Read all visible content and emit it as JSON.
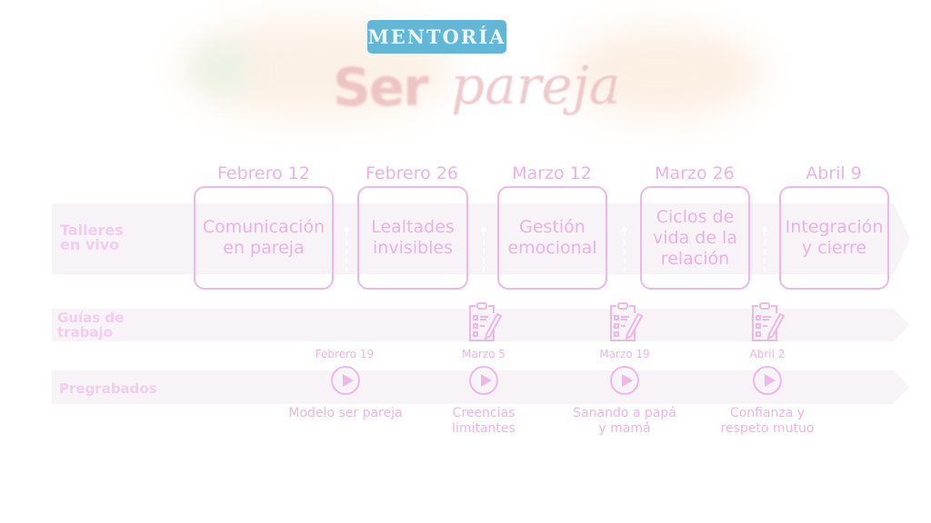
{
  "header": {
    "badge": "MENTORÍA",
    "logo_word1": "Ser",
    "logo_word2": "pareja"
  },
  "rows": {
    "talleres": "Talleres en vivo",
    "guias": "Guías de trabajo",
    "pregrabados": "Pregrabados"
  },
  "talleres": [
    {
      "date": "Febrero 12",
      "title": "Comunicación en pareja"
    },
    {
      "date": "Febrero 26",
      "title": "Lealtades invisibles"
    },
    {
      "date": "Marzo 12",
      "title": "Gestión emocional"
    },
    {
      "date": "Marzo 26",
      "title": "Ciclos de vida de la relación"
    },
    {
      "date": "Abril 9",
      "title": "Integración y cierre"
    }
  ],
  "pregrabados": [
    {
      "date": "Febrero 19",
      "title": "Modelo ser pareja"
    },
    {
      "date": "Marzo 5",
      "title": "Creencias limitantes"
    },
    {
      "date": "Marzo 19",
      "title": "Sanando a papá y mamá"
    },
    {
      "date": "Abril 2",
      "title": "Confianza y respeto mutuo"
    }
  ],
  "colors": {
    "accent": "#ecb8e8",
    "badge": "#62b6d6",
    "band": "#f8f3f6"
  }
}
